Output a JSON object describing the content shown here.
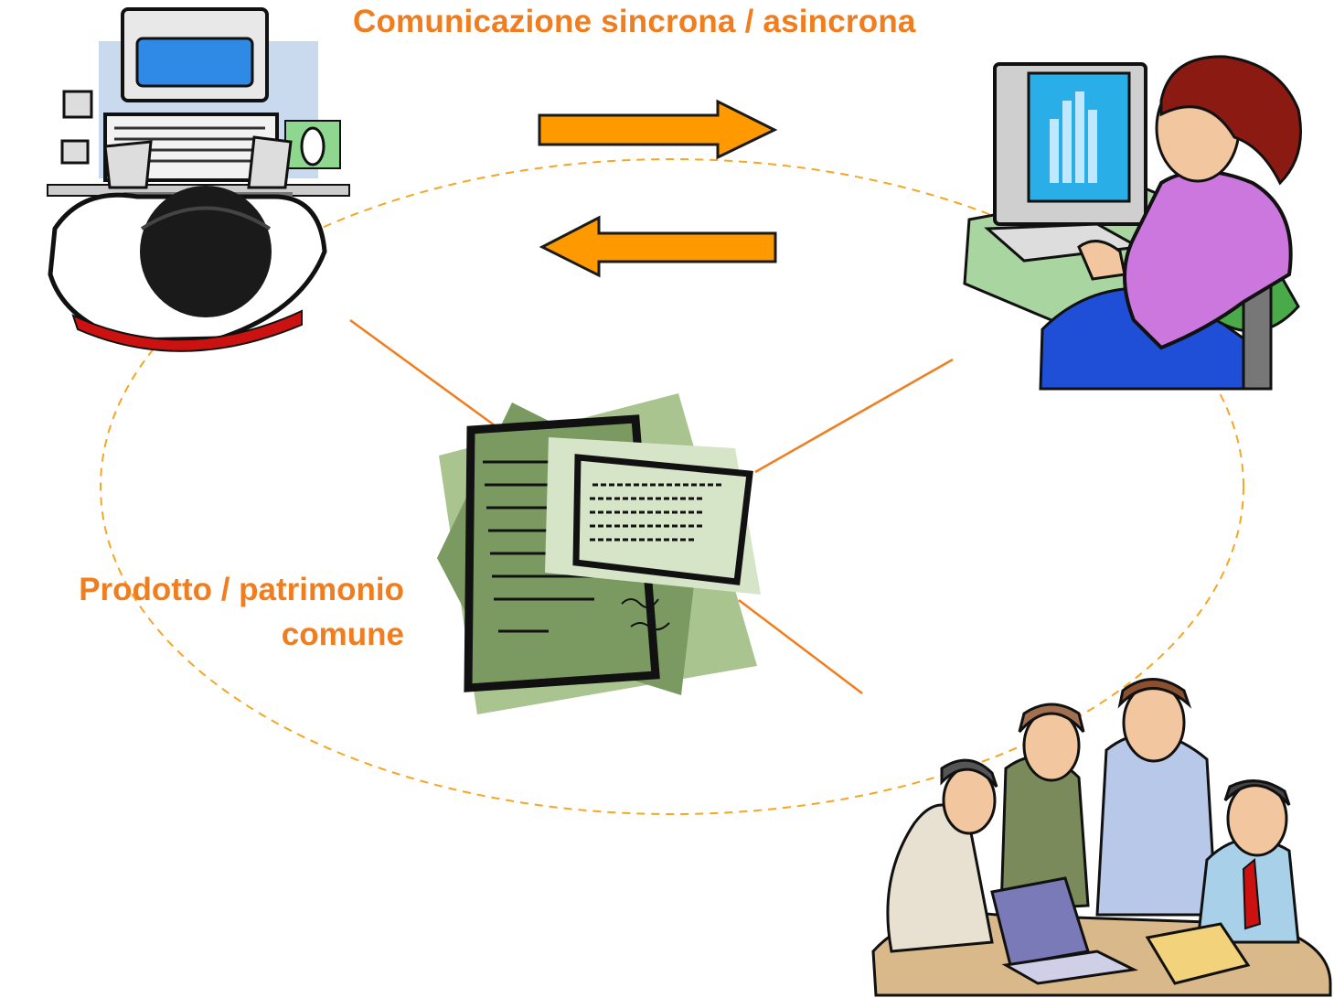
{
  "labels": {
    "communication": "Comunicazione sincrona / asincrona",
    "product_line1": "Prodotto / patrimonio",
    "product_line2": "comune"
  },
  "colors": {
    "accent": "#f07d1e",
    "arrow": "#ff9900",
    "dashed_ellipse": "#f5a623",
    "connector": "#f07d1e",
    "document_green": "#a9c48f",
    "document_dark": "#7a9a62"
  },
  "icons": {
    "top_left": "man-at-computer-icon",
    "top_right": "woman-at-computer-icon",
    "center": "shared-documents-icon",
    "bottom_right": "team-meeting-icon"
  }
}
